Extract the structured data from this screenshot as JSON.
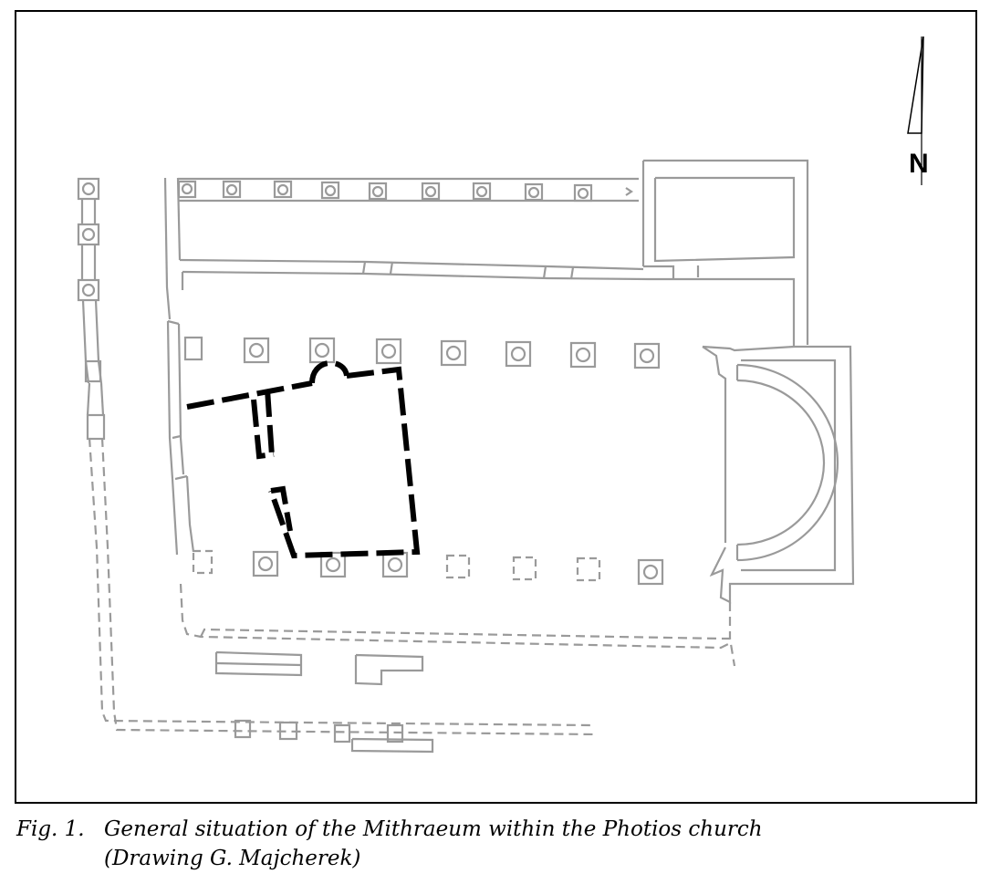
{
  "figure": {
    "north_label": "N",
    "caption_number": "Fig. 1.",
    "caption_line1": "General situation of the Mithraeum within the Photios church",
    "caption_line2": "(Drawing G. Majcherek)"
  },
  "colors": {
    "walls": "#9a9a9a",
    "mithraeum": "#000000",
    "frame": "#000000"
  }
}
